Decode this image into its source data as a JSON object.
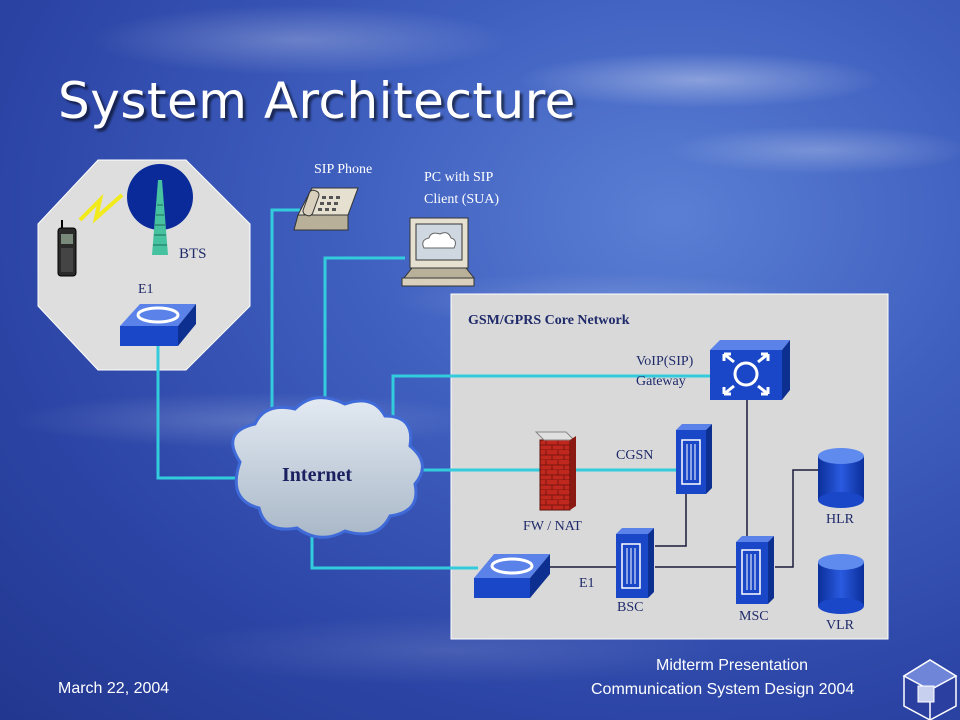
{
  "slide": {
    "title": "System Architecture"
  },
  "diagram": {
    "bts_label": "BTS",
    "e1_top_label": "E1",
    "sip_phone_label": "SIP Phone",
    "pc_label_line1": "PC with SIP",
    "pc_label_line2": "Client (SUA)",
    "core_network_label": "GSM/GPRS Core Network",
    "gateway_label_line1": "VoIP(SIP)",
    "gateway_label_line2": "Gateway",
    "internet_label": "Internet",
    "cgsn_label": "CGSN",
    "fw_label": "FW / NAT",
    "hlr_label": "HLR",
    "vlr_label": "VLR",
    "e1_bottom_label": "E1",
    "bsc_label": "BSC",
    "msc_label": "MSC"
  },
  "footer": {
    "date": "March 22, 2004",
    "presentation_line1": "Midterm Presentation",
    "presentation_line2": "Communication System Design 2004"
  },
  "colors": {
    "link": "#33ccdd",
    "device_blue": "#1a47c8",
    "panel": "#d9d9d9"
  }
}
